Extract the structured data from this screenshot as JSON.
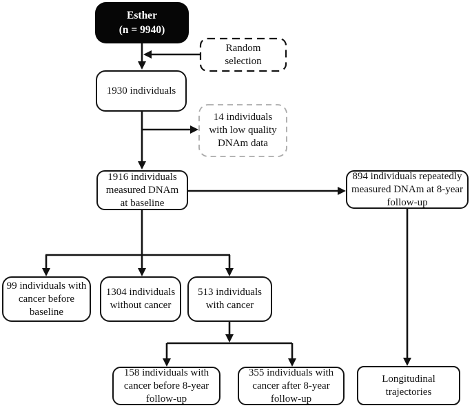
{
  "figure": {
    "type": "flow-diagram",
    "background": "#ffffff",
    "ink_color": "#121212",
    "muted_dash_color": "#a9a9a9",
    "filled_box_bg": "#060606",
    "filled_box_text_color": "#ffffff"
  },
  "nodes": {
    "esther": {
      "text": "Esther\n(n = 9940)",
      "style": "filled-black"
    },
    "random_selection": {
      "text": "Random\nselection",
      "style": "dashed-black"
    },
    "n1930": {
      "text": "1930 individuals",
      "style": "solid"
    },
    "low_quality": {
      "text": "14 individuals\nwith low quality\nDNAm data",
      "style": "dashed-gray"
    },
    "n1916": {
      "text": "1916 individuals\nmeasured DNAm\nat baseline",
      "style": "solid"
    },
    "n894": {
      "text": "894 individuals repeatedly\nmeasured DNAm at 8-year\nfollow-up",
      "style": "solid"
    },
    "n99": {
      "text": "99 individuals with\ncancer before\nbaseline",
      "style": "solid"
    },
    "n1304": {
      "text": "1304 individuals\nwithout cancer",
      "style": "solid"
    },
    "n513": {
      "text": "513 individuals\nwith cancer",
      "style": "solid"
    },
    "n158": {
      "text": "158 individuals with\ncancer before 8-year\nfollow-up",
      "style": "solid"
    },
    "n355": {
      "text": "355 individuals with\ncancer after 8-year\nfollow-up",
      "style": "solid"
    },
    "longitudinal": {
      "text": "Longitudinal\ntrajectories",
      "style": "solid"
    }
  },
  "edges": [
    "esther -> n1930",
    "random_selection -> esther-spine",
    "n1930 -> n1916",
    "n1930-spine -> low_quality",
    "n1916 -> n894",
    "n1916 -> n99",
    "n1916 -> n1304",
    "n1916 -> n513",
    "n513 -> n158",
    "n513 -> n355",
    "n894 -> longitudinal"
  ]
}
